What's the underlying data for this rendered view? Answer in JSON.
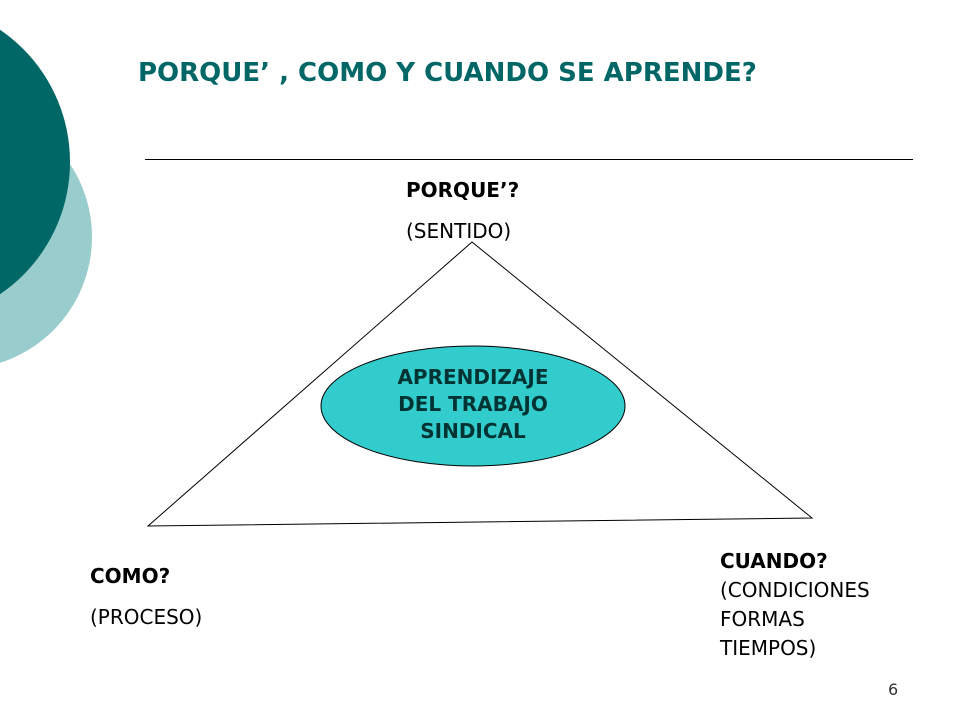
{
  "slide": {
    "title": "PORQUE’ , COMO Y CUANDO SE APRENDE?",
    "page_number": "6"
  },
  "diagram": {
    "center": "APRENDIZAJE\nDEL TRABAJO\nSINDICAL",
    "top": {
      "heading": "PORQUE’?",
      "subtitle": "(SENTIDO)"
    },
    "left": {
      "heading": "COMO?",
      "subtitle": "(PROCESO)"
    },
    "right": {
      "heading": "CUANDO?",
      "subtitle": "(CONDICIONES\nFORMAS\nTIEMPOS)"
    }
  },
  "colors": {
    "title": "#006666",
    "ellipse_fill": "#33CCCC",
    "deco_dark": "#006666",
    "deco_light": "#99CCCC"
  }
}
